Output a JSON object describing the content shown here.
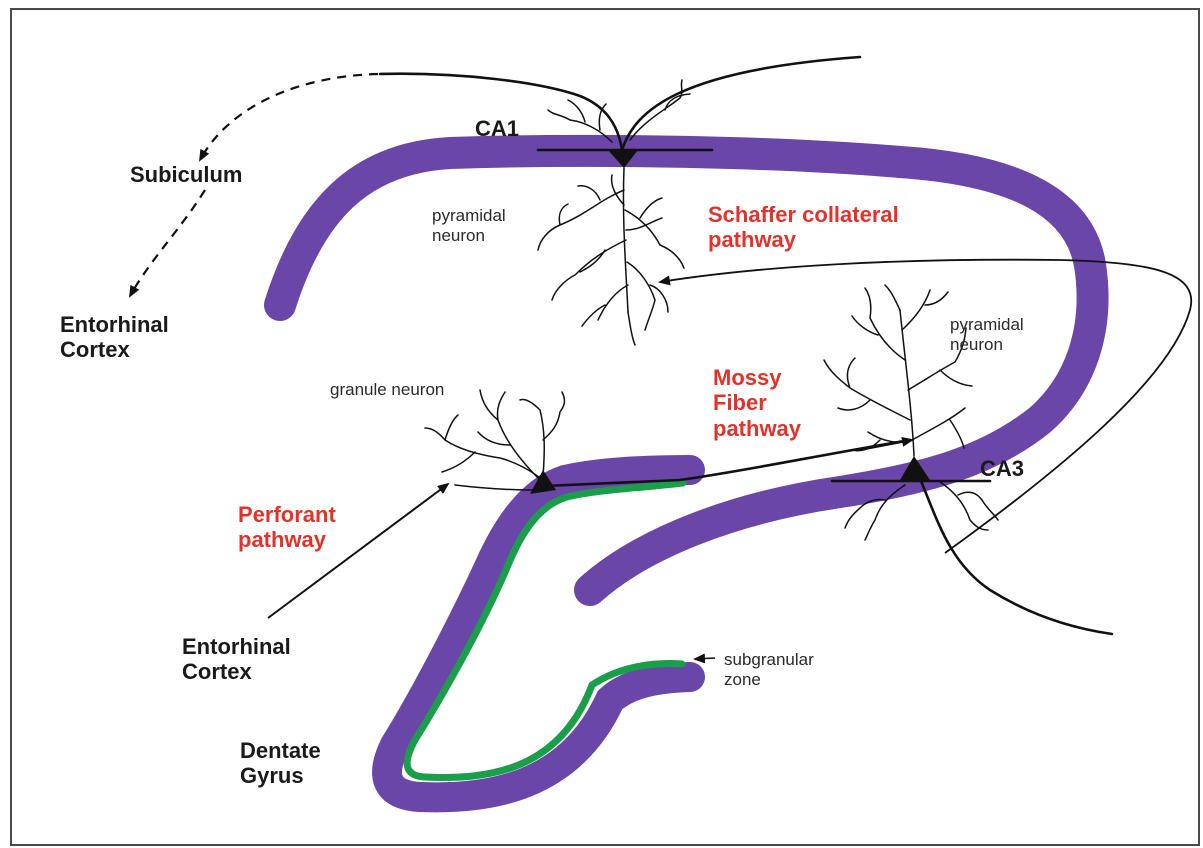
{
  "colors": {
    "cell_layer": "#6a46a8",
    "subgranular_zone": "#1a9e4a",
    "pathway_label": "#e0332b",
    "line": "#111111"
  },
  "labels": {
    "ca1": "CA1",
    "ca3": "CA3",
    "subiculum": "Subiculum",
    "entorhinal_top": [
      "Entorhinal",
      "Cortex"
    ],
    "entorhinal_bottom": [
      "Entorhinal",
      "Cortex"
    ],
    "dentate_gyrus": [
      "Dentate",
      "Gyrus"
    ],
    "pyramidal_ca1": [
      "pyramidal",
      "neuron"
    ],
    "pyramidal_ca3": [
      "pyramidal",
      "neuron"
    ],
    "granule_neuron": "granule neuron",
    "subgranular_zone": [
      "subgranular",
      "zone"
    ]
  },
  "pathways": {
    "schaffer": [
      "Schaffer collateral",
      "pathway"
    ],
    "mossy": [
      "Mossy",
      "Fiber",
      "pathway"
    ],
    "perforant": [
      "Perforant",
      "pathway"
    ]
  }
}
